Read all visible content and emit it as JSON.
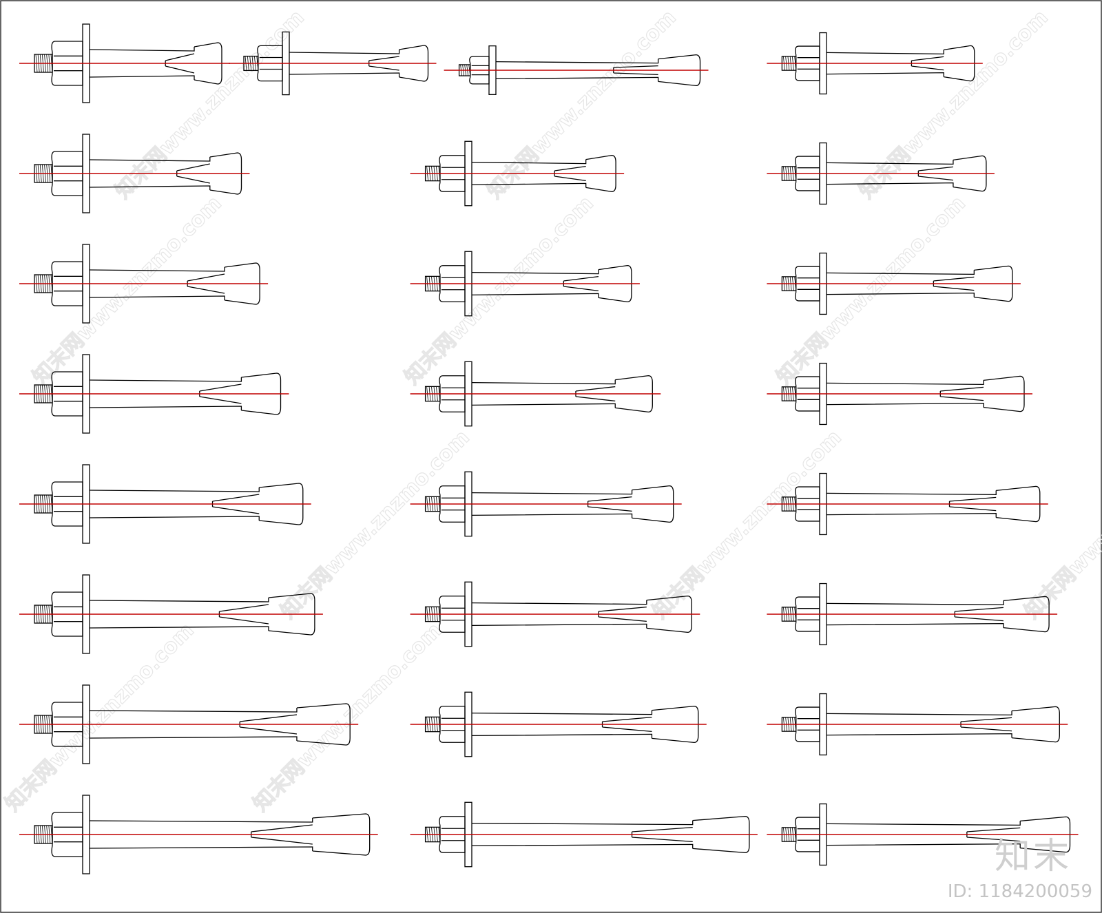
{
  "diagram": {
    "colors": {
      "line": "#000000",
      "centerline": "#c00000",
      "watermark": "#e6e6e6",
      "frame": "#333333"
    },
    "bolts": [
      {
        "id": "c1-r1",
        "length": 1.0
      },
      {
        "id": "c2-r1",
        "length": 1.05
      },
      {
        "id": "c3-r1",
        "length": 1.55
      },
      {
        "id": "c4-r1",
        "length": 1.12
      },
      {
        "id": "c1-r2",
        "length": 1.15
      },
      {
        "id": "c2-r2",
        "length": 1.09
      },
      {
        "id": "c3-r2",
        "length": 1.21
      },
      {
        "id": "c1-r3",
        "length": 1.29
      },
      {
        "id": "c2-r3",
        "length": 1.21
      },
      {
        "id": "c3-r3",
        "length": 1.41
      },
      {
        "id": "c1-r4",
        "length": 1.45
      },
      {
        "id": "c2-r4",
        "length": 1.37
      },
      {
        "id": "c3-r4",
        "length": 1.5
      },
      {
        "id": "c1-r5",
        "length": 1.62
      },
      {
        "id": "c2-r5",
        "length": 1.53
      },
      {
        "id": "c3-r5",
        "length": 1.62
      },
      {
        "id": "c1-r6",
        "length": 1.71
      },
      {
        "id": "c2-r6",
        "length": 1.67
      },
      {
        "id": "c3-r6",
        "length": 1.69
      },
      {
        "id": "c1-r7",
        "length": 1.98
      },
      {
        "id": "c2-r7",
        "length": 1.72
      },
      {
        "id": "c3-r7",
        "length": 1.77
      },
      {
        "id": "c1-r8",
        "length": 2.13
      },
      {
        "id": "c2-r8",
        "length": 2.11
      },
      {
        "id": "c3-r8",
        "length": 1.85
      }
    ]
  },
  "watermark": {
    "text": "知末网www.znzmo.com",
    "brand": "知末",
    "id_label": "ID: 1184200059"
  }
}
